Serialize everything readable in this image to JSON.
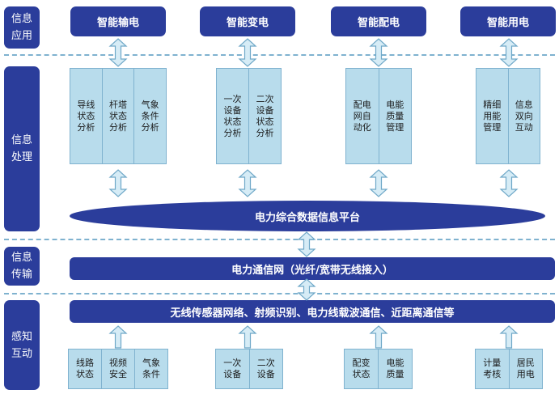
{
  "layers": {
    "app": "信息应用",
    "process": "信息处理",
    "transmit": "信息传输",
    "sense": "感知互动"
  },
  "applications": [
    "智能输电",
    "智能变电",
    "智能配电",
    "智能用电"
  ],
  "processing_panels": [
    [
      "导线状态分析",
      "杆塔状态分析",
      "气象条件分析"
    ],
    [
      "一次设备状态分析",
      "二次设备状态分析"
    ],
    [
      "配电网自动化",
      "电能质量管理"
    ],
    [
      "精细用能管理",
      "信息双向互动"
    ]
  ],
  "platform": "电力综合数据信息平台",
  "network": "电力通信网（光纤/宽带无线接入）",
  "sensing": "无线传感器网络、射频识别、电力线载波通信、近距离通信等",
  "sensing_panels": [
    [
      "线路状态",
      "视频安全",
      "气象条件"
    ],
    [
      "一次设备",
      "二次设备"
    ],
    [
      "配变状态",
      "电能质量"
    ],
    [
      "计量考核",
      "居民用电"
    ]
  ],
  "colors": {
    "primary": "#2b3d9b",
    "panel_fill": "#b8dcec",
    "panel_border": "#7fb2cf",
    "arrow_fill": "#d6ecf6",
    "arrow_stroke": "#6fa8c8"
  }
}
